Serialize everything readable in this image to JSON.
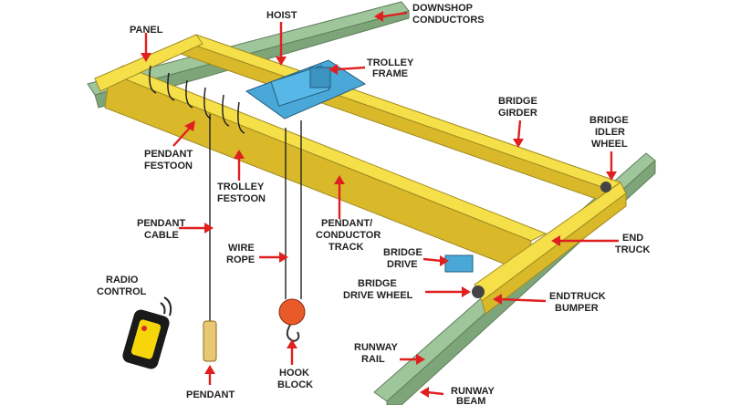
{
  "diagram": {
    "labels": {
      "hoist": "HOIST",
      "downshop_1": "DOWNSHOP",
      "downshop_2": "CONDUCTORS",
      "panel": "PANEL",
      "trolley_frame_1": "TROLLEY",
      "trolley_frame_2": "FRAME",
      "bridge_girder_1": "BRIDGE",
      "bridge_girder_2": "GIRDER",
      "bridge_idler_1": "BRIDGE",
      "bridge_idler_2": "IDLER",
      "bridge_idler_3": "WHEEL",
      "pendant_festoon_1": "PENDANT",
      "pendant_festoon_2": "FESTOON",
      "trolley_festoon_1": "TROLLEY",
      "trolley_festoon_2": "FESTOON",
      "pendant_cable_1": "PENDANT",
      "pendant_cable_2": "CABLE",
      "pendant_track_1": "PENDANT/",
      "pendant_track_2": "CONDUCTOR",
      "pendant_track_3": "TRACK",
      "wire_rope_1": "WIRE",
      "wire_rope_2": "ROPE",
      "bridge_drive_1": "BRIDGE",
      "bridge_drive_2": "DRIVE",
      "end_truck_1": "END",
      "end_truck_2": "TRUCK",
      "bridge_drive_wheel_1": "BRIDGE",
      "bridge_drive_wheel_2": "DRIVE WHEEL",
      "radio_control_1": "RADIO",
      "radio_control_2": "CONTROL",
      "endtruck_bumper_1": "ENDTRUCK",
      "endtruck_bumper_2": "BUMPER",
      "runway_rail_1": "RUNWAY",
      "runway_rail_2": "RAIL",
      "hook_block_1": "HOOK",
      "hook_block_2": "BLOCK",
      "pendant": "PENDANT",
      "runway_beam_1": "RUNWAY",
      "runway_beam_2": "BEAM"
    },
    "colors": {
      "girder": "#f5e04a",
      "girder_shade": "#d9b92a",
      "runway": "#9fc59a",
      "hoist": "#4aa8d8",
      "arrow": "#e02020"
    }
  }
}
